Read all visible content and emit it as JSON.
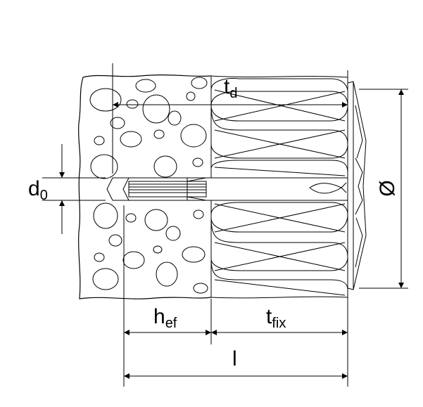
{
  "labels": {
    "td": {
      "main": "t",
      "sub": "d"
    },
    "d0": {
      "main": "d",
      "sub": "0"
    },
    "diameter": "Ø",
    "hef": {
      "main": "h",
      "sub": "ef"
    },
    "tfix": {
      "main": "t",
      "sub": "fix"
    },
    "l": "l"
  },
  "colors": {
    "line": "#000000",
    "background": "#ffffff"
  }
}
